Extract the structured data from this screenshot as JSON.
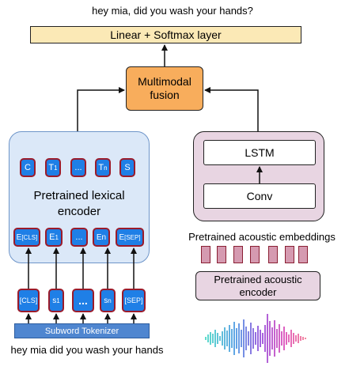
{
  "output_text": "hey mia, did you wash your hands?",
  "input_text": "hey mia did you wash your hands",
  "linear_layer": "Linear + Softmax layer",
  "fusion": "Multimodal\nfusion",
  "lexical": {
    "title": "Pretrained lexical\nencoder",
    "outputs": [
      "C",
      "T1",
      "...",
      "Tn",
      "S"
    ],
    "embeddings": [
      "E[CLS]",
      "E1",
      "...",
      "En",
      "E[SEP]"
    ]
  },
  "subword_tokens": [
    "[CLS]",
    "s1",
    "...",
    "sn",
    "[SEP]"
  ],
  "tokenizer": "Subword Tokenizer",
  "acoustic": {
    "lstm": "LSTM",
    "conv": "Conv",
    "embeddings_label": "Pretrained acoustic embeddings",
    "encoder": "Pretrained acoustic\nencoder"
  },
  "colors": {
    "linear_fill": "#fbe9b6",
    "fusion_fill": "#f8ad5c",
    "lexical_panel_fill": "#dbe8f8",
    "token_fill": "#1f7fe6",
    "token_border": "#9b1b2a",
    "acoustic_panel_fill": "#e8d5e2",
    "embedding_fill": "#d59ab0",
    "tokenizer_fill": "#4f86d0"
  }
}
